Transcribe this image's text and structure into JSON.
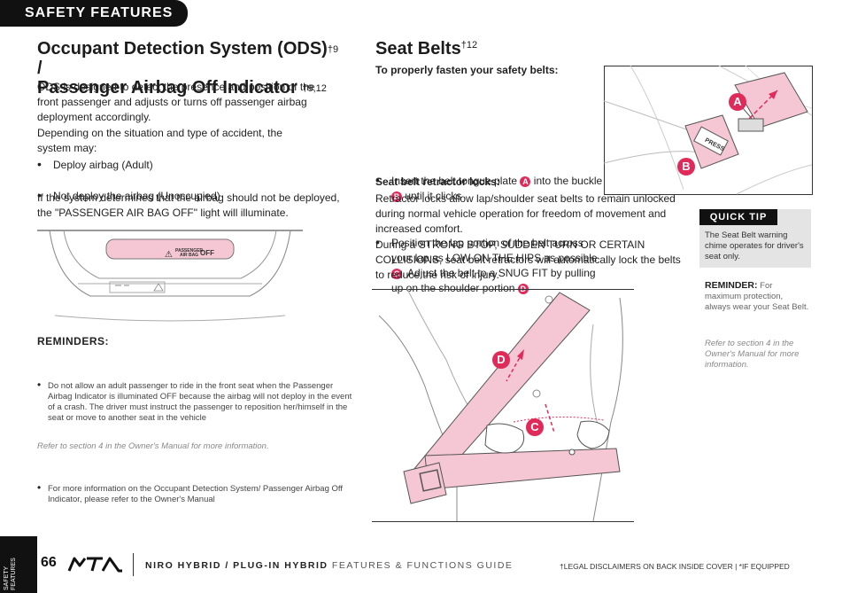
{
  "section_tab": "SAFETY FEATURES",
  "ods": {
    "title_line1": "Occupant Detection System (ODS)",
    "title_sup1": "†9",
    "title_slash": " /",
    "title_line2": "Passenger Airbag Off Indicator ",
    "title_sup2": "†9,12",
    "p1": "ODS is designed to detect the presence and position of the front passenger and adjusts or turns off passenger airbag deployment accordingly.",
    "p2": "Depending on the situation and type of accident, the system may:",
    "bullets": [
      "Deploy airbag (Adult)",
      "Not deploy the airbag (Unoccupied)"
    ],
    "p3": "If the system determines that the airbag should not be deployed, the \"PASSENGER AIR BAG OFF\" light will illuminate.",
    "indicator_text_1": "PASSENGER",
    "indicator_text_2": "AIR BAG",
    "indicator_off": "OFF",
    "reminders_title": "REMINDERS:",
    "reminders": [
      "Do not allow an adult passenger to ride in the front seat when the Passenger Airbag Indicator is illuminated OFF because the airbag will not deploy in the event of a crash. The driver must instruct the passenger to reposition her/himself in the seat or move to another seat in the vehicle",
      "For more information on the Occupant Detection System/ Passenger Airbag Off Indicator, please refer to the Owner's Manual"
    ],
    "refer": "Refer to section 4 in the Owner's Manual for more information."
  },
  "belts": {
    "title": "Seat Belts",
    "title_sup": "†12",
    "howto_heading": "To properly fasten your safety belts:",
    "step1_a": "Insert the belt tongue plate ",
    "step1_b": " into the buckle ",
    "step1_c": " until it clicks",
    "step2_a": "Position the lap portion of the belt across your lap as LOW ON THE HIPS as possible ",
    "step2_b": ". Adjust the belt to a SNUG FIT by pulling up on the shoulder portion ",
    "retractor_heading": "Seat belt retractor locks:",
    "retractor_p1": "Retractor locks allow lap/shoulder seat belts to remain unlocked during normal vehicle operation for freedom of movement and increased comfort.",
    "retractor_p2": "During a STRONG STOP, SUDDEN TURN OR CERTAIN COLLISIONS, seat belt retractors will automatically lock the belts to reduce the risk of injury.",
    "buckle_press": "PRESS",
    "markers": {
      "a": "A",
      "b": "B",
      "c": "C",
      "d": "D"
    }
  },
  "quick_tip": {
    "label": "QUICK TIP",
    "text": "The Seat Belt warning chime operates for driver's seat only."
  },
  "reminder_right": {
    "label": "REMINDER:",
    "text": " For maximum protection, always wear your Seat Belt.",
    "refer": "Refer to section 4 in the Owner's Manual for more information."
  },
  "footer": {
    "page_number": "66",
    "sidebar_label": "SAFETY FEATURES",
    "guide_bold": "NIRO HYBRID / PLUG-IN HYBRID",
    "guide_light": " FEATURES & FUNCTIONS GUIDE",
    "disclaimer": "†LEGAL DISCLAIMERS ON BACK INSIDE COVER  |  *IF EQUIPPED"
  },
  "colors": {
    "accent": "#e02a5a",
    "belt_pink": "#f5c6d3",
    "dark": "#111111"
  }
}
